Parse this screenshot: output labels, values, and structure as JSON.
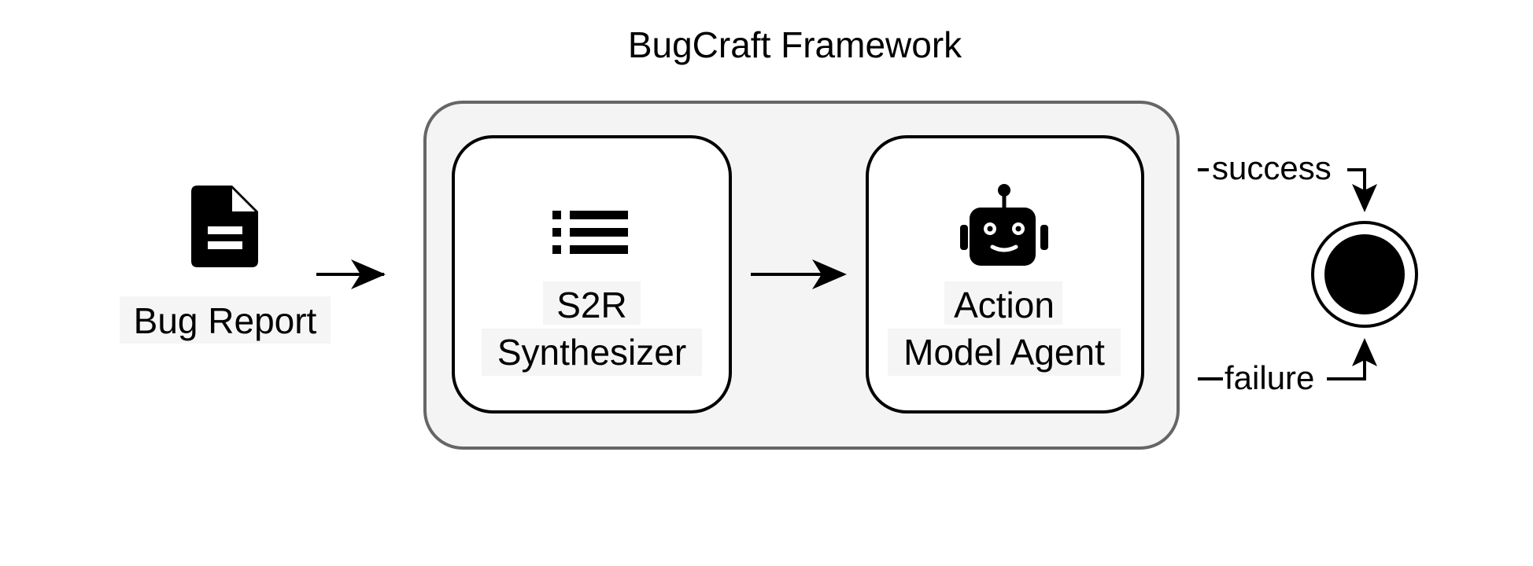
{
  "title": "BugCraft Framework",
  "input": {
    "label": "Bug Report",
    "icon": "file-document-icon"
  },
  "framework": {
    "fill_color": "#f4f4f4",
    "border_color": "#666666",
    "modules": [
      {
        "icon": "list-icon",
        "line1": "S2R",
        "line2": "Synthesizer"
      },
      {
        "icon": "robot-icon",
        "line1": "Action",
        "line2": "Model Agent"
      }
    ]
  },
  "outcomes": {
    "success_label": "success",
    "failure_label": "failure",
    "end_node_icon": "final-state-icon"
  }
}
